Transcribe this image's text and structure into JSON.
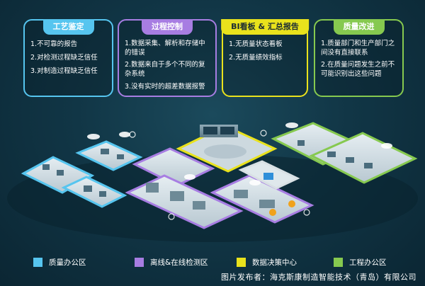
{
  "cards": [
    {
      "title": "工艺鉴定",
      "color": "#56c5ef",
      "items": [
        "1.不可靠的报告",
        "2.对检测过程缺乏信任",
        "3.对制造过程缺乏信任"
      ]
    },
    {
      "title": "过程控制",
      "color": "#a77de2",
      "items": [
        "1.数据采集、解析和存储中的错误",
        "2.数据来自于多个不同的复杂系统",
        "3.没有实时的超差数据报警"
      ]
    },
    {
      "title": "BI看板 & 汇总报告",
      "color": "#e9e21c",
      "items": [
        "1.无质量状态看板",
        "2.无质量绩效指标"
      ]
    },
    {
      "title": "质量改进",
      "color": "#86c94f",
      "items": [
        "1.质量部门和生产部门之间没有直接联系",
        "2.在质量问题发生之前不可能识别出这些问题"
      ]
    }
  ],
  "legend": [
    {
      "label": "质量办公区",
      "color": "#56c5ef"
    },
    {
      "label": "离线&在线检测区",
      "color": "#a77de2"
    },
    {
      "label": "数据决策中心",
      "color": "#e9e21c"
    },
    {
      "label": "工程办公区",
      "color": "#86c94f"
    }
  ],
  "credit": "图片发布者：海克斯康制造智能技术（青岛）有限公司"
}
